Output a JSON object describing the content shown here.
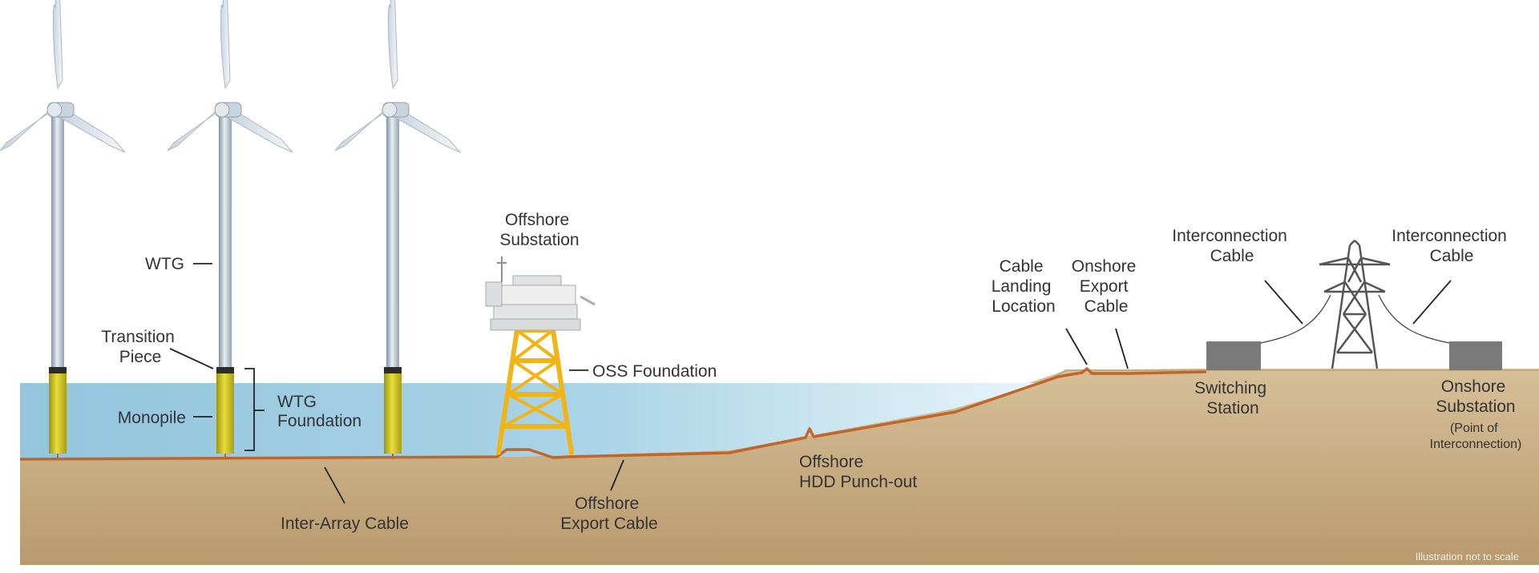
{
  "labels": {
    "wtg": "WTG",
    "transition_piece": [
      "Transition",
      "Piece"
    ],
    "monopile": "Monopile",
    "wtg_foundation": [
      "WTG",
      "Foundation"
    ],
    "offshore_substation": [
      "Offshore",
      "Substation"
    ],
    "oss_foundation": "OSS Foundation",
    "inter_array_cable": "Inter-Array Cable",
    "offshore_export_cable": [
      "Offshore",
      "Export Cable"
    ],
    "offshore_hdd_punchout": [
      "Offshore",
      "HDD Punch-out"
    ],
    "cable_landing_location": [
      "Cable",
      "Landing",
      "Location"
    ],
    "onshore_export_cable": [
      "Onshore",
      "Export",
      "Cable"
    ],
    "interconnection_cable_left": [
      "Interconnection",
      "Cable"
    ],
    "interconnection_cable_right": [
      "Interconnection",
      "Cable"
    ],
    "switching_station": [
      "Switching",
      "Station"
    ],
    "onshore_substation": [
      "Onshore",
      "Substation"
    ],
    "point_of_interconnection": [
      "(Point of",
      "Interconnection)"
    ],
    "scale_note": "Illustration not to scale"
  },
  "colors": {
    "seabed": "#c9ad82",
    "water": "#9ccbe0",
    "cable": "#c0662a",
    "foundation": "#d4c51e",
    "tower": "#a9bccb",
    "lattice": "#f0b416",
    "building": "#7a7a7a",
    "pylon": "#555555"
  }
}
